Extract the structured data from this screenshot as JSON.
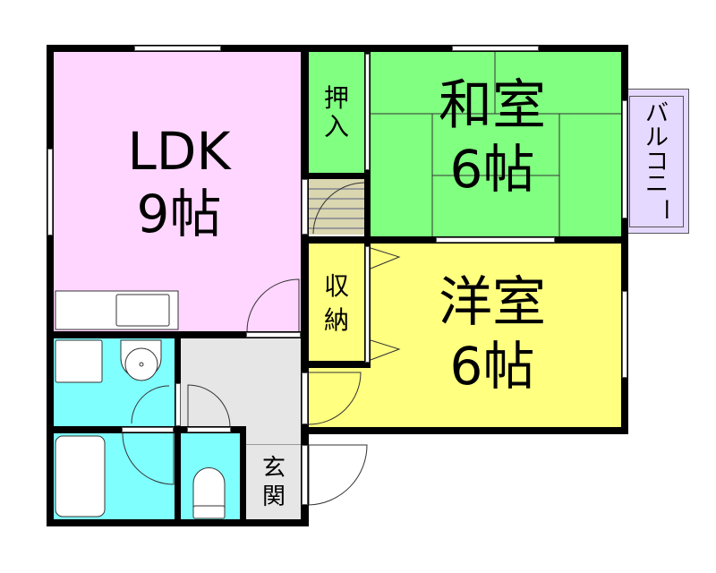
{
  "floor_plan": {
    "rooms": [
      {
        "id": "ldk",
        "name": "LDK",
        "size": "9帖",
        "color": "#ffd6ff"
      },
      {
        "id": "washitsu",
        "name": "和室",
        "size": "6帖",
        "color": "#80ff80"
      },
      {
        "id": "youshitsu",
        "name": "洋室",
        "size": "6帖",
        "color": "#ffff80"
      },
      {
        "id": "oshiire",
        "name_line1": "押",
        "name_line2": "入",
        "color": "#80ff80"
      },
      {
        "id": "shuno",
        "name_line1": "収",
        "name_line2": "納",
        "color": "#ffff80"
      },
      {
        "id": "genkan",
        "name_line1": "玄",
        "name_line2": "関",
        "color": "#e6e6e6"
      },
      {
        "id": "balcony",
        "name": "バルコニー",
        "color": "#e6d9ff"
      },
      {
        "id": "washroom",
        "color": "#80ffff"
      },
      {
        "id": "bath",
        "color": "#80ffff"
      },
      {
        "id": "toilet",
        "color": "#80ffff"
      },
      {
        "id": "stairs",
        "color": "#d9d6b0"
      },
      {
        "id": "hall",
        "color": "#e6e6e6"
      }
    ],
    "balcony_chars": [
      "バ",
      "ル",
      "コ",
      "ニ",
      "ー"
    ]
  }
}
